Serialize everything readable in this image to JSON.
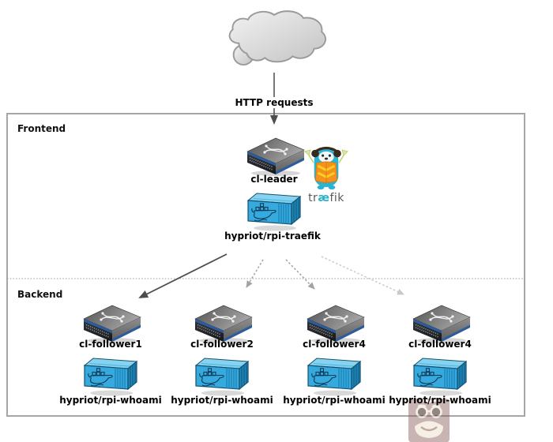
{
  "connection": {
    "http_label": "HTTP requests"
  },
  "sections": {
    "frontend_label": "Frontend",
    "backend_label": "Backend"
  },
  "frontend": {
    "node_name": "cl-leader",
    "image_name": "hypriot/rpi-traefik",
    "logo_text": {
      "part1": "tr",
      "part2": "æ",
      "part3": "fik"
    }
  },
  "backend": {
    "nodes": [
      {
        "name": "cl-follower1",
        "image": "hypriot/rpi-whoami"
      },
      {
        "name": "cl-follower2",
        "image": "hypriot/rpi-whoami"
      },
      {
        "name": "cl-follower4",
        "image": "hypriot/rpi-whoami"
      },
      {
        "name": "cl-follower4",
        "image": "hypriot/rpi-whoami"
      }
    ]
  },
  "icons": {
    "cloud": "cloud-icon",
    "server": "server-icon",
    "container": "docker-container-icon",
    "traefik": "traefik-mascot-icon",
    "watermark": "hypriot-logo-watermark"
  },
  "colors": {
    "container_blue": "#36a9df",
    "edge_blue": "#2a5c9e",
    "traefik_teal": "#2cb3cf",
    "vest_orange": "#f5911e",
    "arrow_dark": "#4d4d4d",
    "arrow_gray": "#a2a2a2",
    "arrow_light": "#c9c9c9",
    "box_border": "#a6a6a6"
  }
}
